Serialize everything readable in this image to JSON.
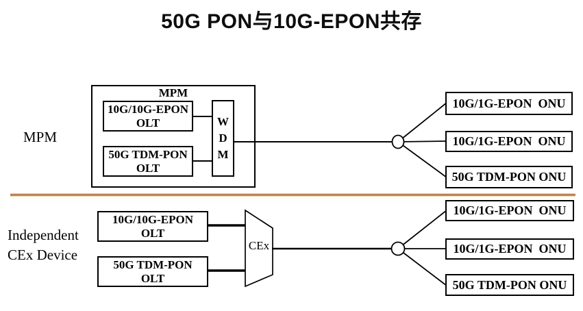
{
  "title": "50G PON与10G-EPON共存",
  "colors": {
    "line": "#000000",
    "divider": "#bf8355",
    "background": "#ffffff"
  },
  "top_section": {
    "side_label": "MPM",
    "group_box_label": "MPM",
    "olt_upper": {
      "line1": "10G/10G-EPON",
      "line2": "OLT"
    },
    "olt_lower": {
      "line1": "50G TDM-PON",
      "line2": "OLT"
    },
    "wdm": {
      "letter1": "W",
      "letter2": "D",
      "letter3": "M"
    },
    "onus": [
      "10G/1G-EPON  ONU",
      "10G/1G-EPON  ONU",
      "50G TDM-PON ONU"
    ]
  },
  "bottom_section": {
    "side_label_line1": "Independent",
    "side_label_line2": "CEx Device",
    "olt_upper": {
      "line1": "10G/10G-EPON",
      "line2": "OLT"
    },
    "olt_lower": {
      "line1": "50G TDM-PON",
      "line2": "OLT"
    },
    "cex_label": "CEx",
    "onus": [
      "10G/1G-EPON  ONU",
      "10G/1G-EPON  ONU",
      "50G TDM-PON ONU"
    ]
  }
}
